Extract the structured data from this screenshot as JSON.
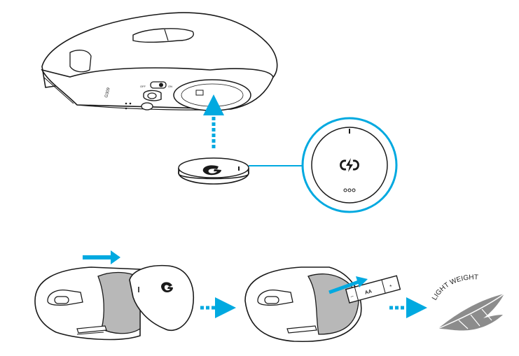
{
  "mouse_labels": {
    "model": "G309",
    "switch_off": "OFF",
    "switch_on": "ON"
  },
  "battery_label": "AA",
  "battery_minus": "–",
  "battery_plus": "+",
  "lightweight_text": "LIGHT WEIGHT",
  "colors": {
    "accent_blue": "#00a9e0",
    "outline": "#1a1a1a",
    "gray_fill": "#b8b8b8",
    "feather": "#8c8c8c"
  },
  "icons": [
    "lightspeed-icon",
    "logitech-g-logo",
    "arrow-right-icon",
    "arrow-up-icon",
    "feather-icon"
  ]
}
